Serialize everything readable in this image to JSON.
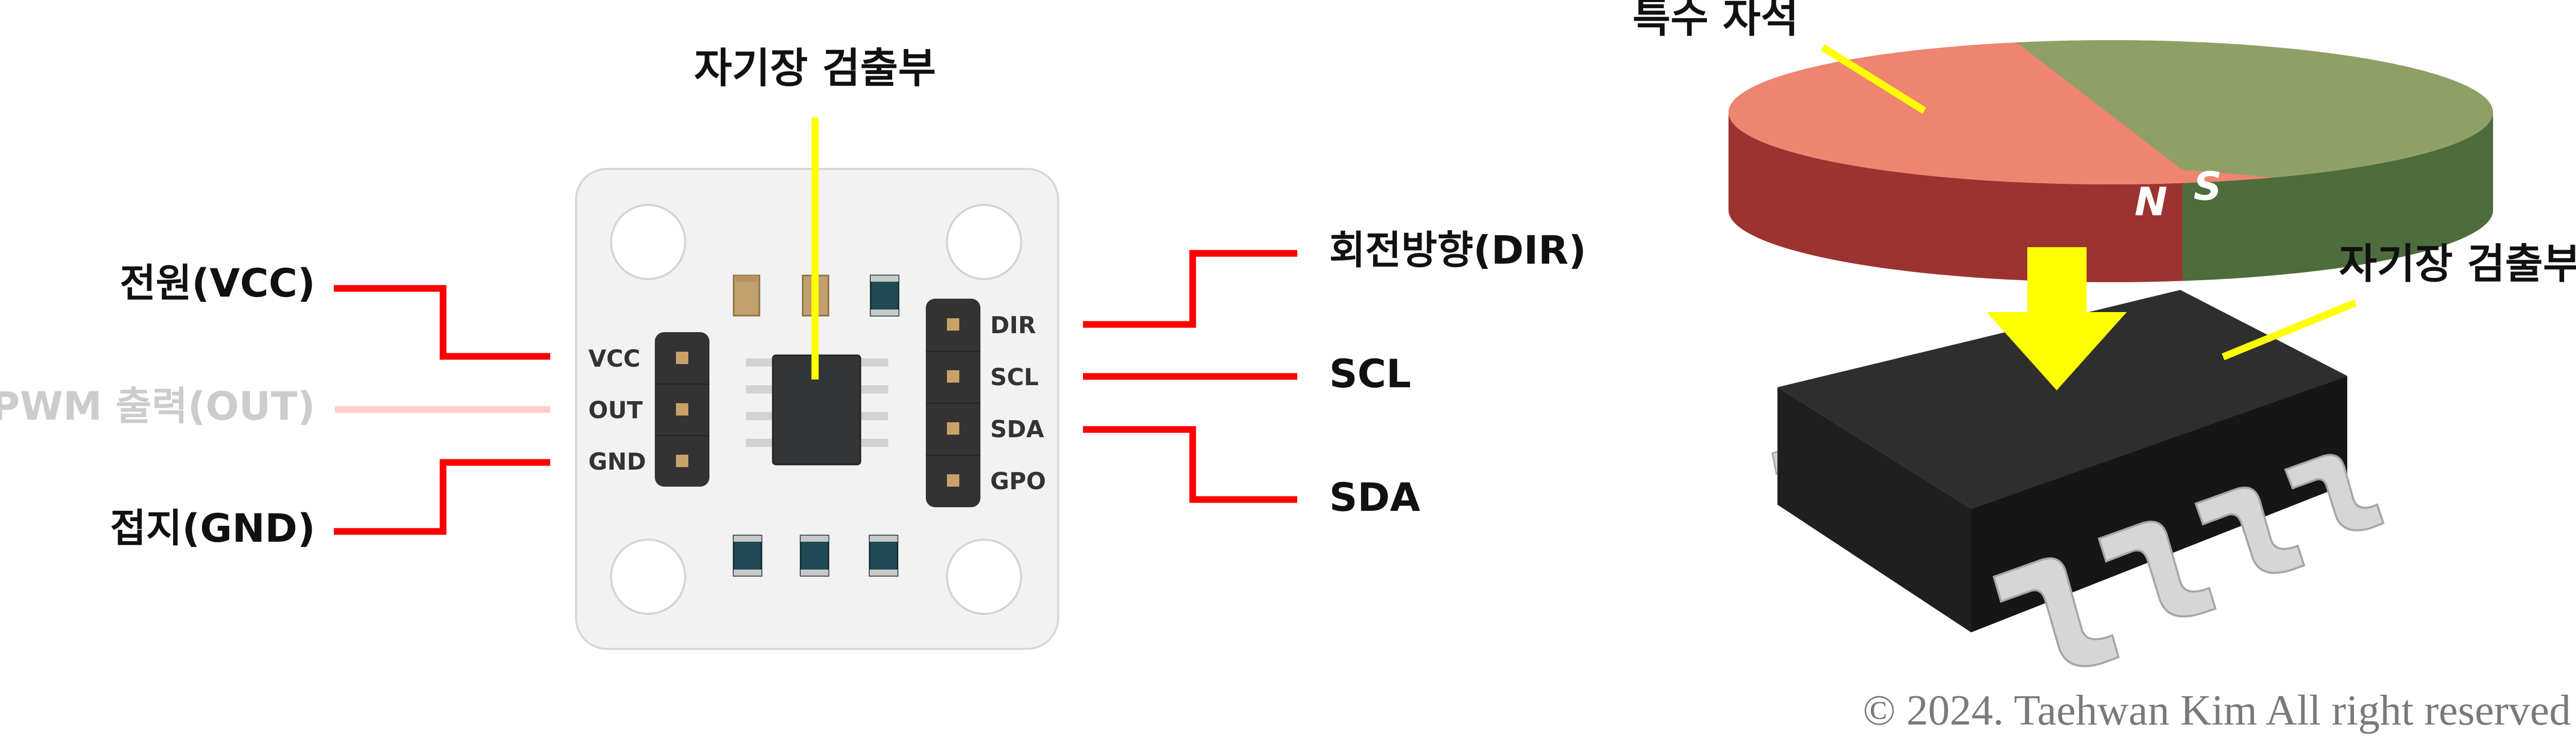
{
  "labels": {
    "chip_detector_left": "자기장 검출부",
    "power": "전원(VCC)",
    "pwm_out": "PWM 출력(OUT)",
    "ground": "접지(GND)",
    "dir": "회전방향(DIR)",
    "scl": "SCL",
    "sda": "SDA",
    "special_magnet": "특수 자석",
    "chip_detector_right": "자기장 검출부"
  },
  "board_pins_left": [
    "VCC",
    "OUT",
    "GND"
  ],
  "board_pins_right": [
    "DIR",
    "SCL",
    "SDA",
    "GPO"
  ],
  "magnet_poles": {
    "north": "N",
    "south": "S"
  },
  "copyright": "© 2024. Taehwan Kim All right reserved",
  "colors": {
    "leader_red": "#ff0000",
    "leader_faded": "#ffcccc",
    "leader_yellow": "#ffff00",
    "board": "#f2f2f2",
    "chip": "#333537",
    "magnet_n_top": "#ef8470",
    "magnet_s_top": "#8fa066",
    "magnet_n_side": "#9b3430",
    "magnet_s_side": "#4d6d3c",
    "ic_body": "#262626"
  }
}
